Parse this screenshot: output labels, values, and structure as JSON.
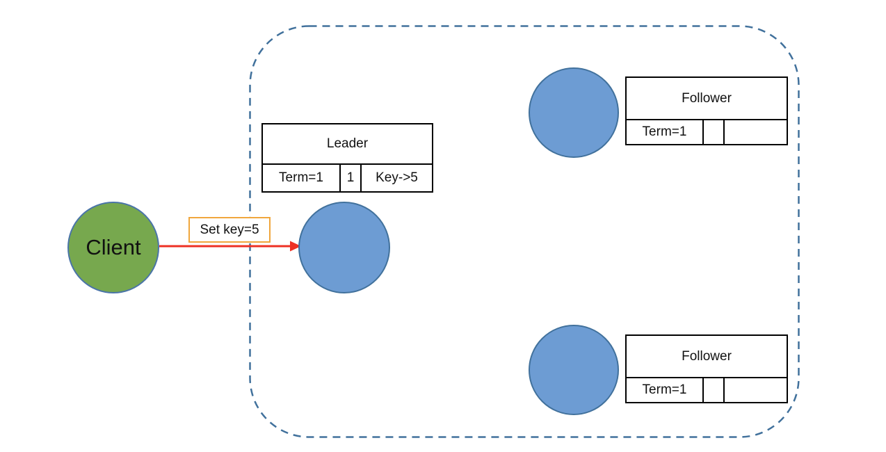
{
  "diagram": {
    "client_node": {
      "label": "Client"
    },
    "request_label": {
      "text": "Set key=5"
    },
    "leader_table": {
      "title": "Leader",
      "cells": [
        "Term=1",
        "1",
        "Key->5"
      ]
    },
    "follower_tables": [
      {
        "title": "Follower",
        "cells": [
          "Term=1",
          "",
          ""
        ]
      },
      {
        "title": "Follower",
        "cells": [
          "Term=1",
          "",
          ""
        ]
      }
    ],
    "colors": {
      "client_fill": "#77A84E",
      "client_border": "#4A74A8",
      "node_fill": "#6D9CD3",
      "node_border": "#41719C",
      "arrow_red": "#EE3124",
      "label_border": "#F0A63C",
      "cluster_dash": "#41719C",
      "table_border": "#000000",
      "text": "#111111"
    }
  }
}
